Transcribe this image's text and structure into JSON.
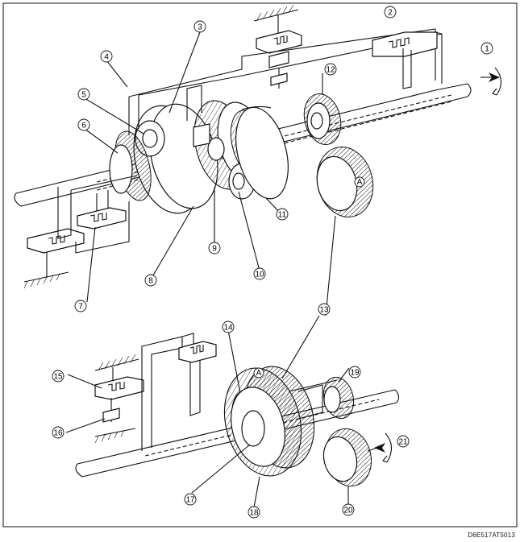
{
  "figure": {
    "code": "D6E517AT5013",
    "callouts": [
      {
        "id": "c1",
        "label": "1"
      },
      {
        "id": "c2",
        "label": "2"
      },
      {
        "id": "c3",
        "label": "3"
      },
      {
        "id": "c4",
        "label": "4"
      },
      {
        "id": "c5",
        "label": "5"
      },
      {
        "id": "c6",
        "label": "6"
      },
      {
        "id": "c7",
        "label": "7"
      },
      {
        "id": "c8",
        "label": "8"
      },
      {
        "id": "c9",
        "label": "9"
      },
      {
        "id": "c10",
        "label": "10"
      },
      {
        "id": "c11",
        "label": "11"
      },
      {
        "id": "c12",
        "label": "12"
      },
      {
        "id": "c13",
        "label": "13"
      },
      {
        "id": "c14",
        "label": "14"
      },
      {
        "id": "c15",
        "label": "15"
      },
      {
        "id": "c16",
        "label": "16"
      },
      {
        "id": "c17",
        "label": "17"
      },
      {
        "id": "c18",
        "label": "18"
      },
      {
        "id": "c19",
        "label": "19"
      },
      {
        "id": "c20",
        "label": "20"
      },
      {
        "id": "c21",
        "label": "21"
      }
    ],
    "markers": [
      {
        "id": "mA1",
        "label": "A"
      },
      {
        "id": "mA2",
        "label": "A"
      }
    ]
  }
}
